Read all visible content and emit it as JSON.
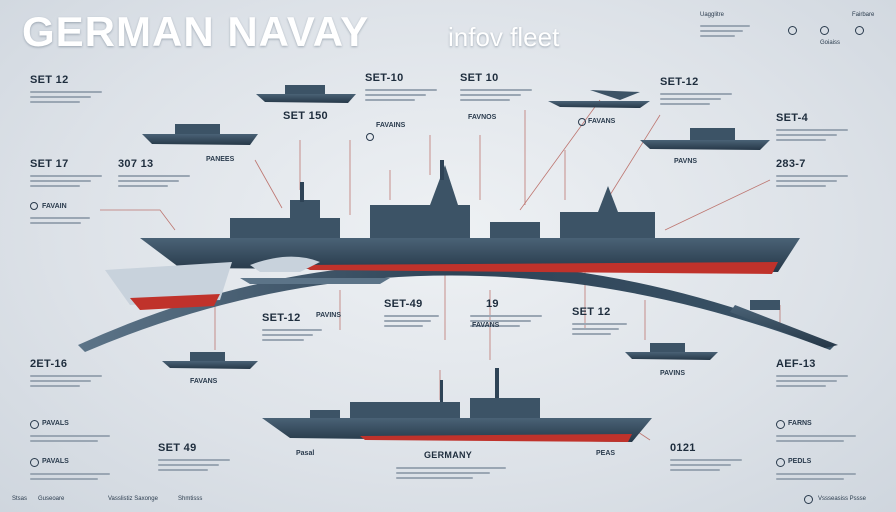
{
  "header": {
    "title": "GERMAN NAVAY",
    "subtitle": "infov fleet"
  },
  "labels": {
    "l1": "SET 12",
    "l2": "SET-10",
    "l3": "SET 10",
    "l4": "SET-12",
    "l5": "SET 150",
    "l6": "SET 17",
    "l7": "307 13",
    "l8": "SET-4",
    "l9": "283-7",
    "l10": "SET-12",
    "l11": "SET-49",
    "l12": "19",
    "l13": "SET 12",
    "l14": "2ET-16",
    "l15": "AEF-13",
    "l16": "SET 49",
    "l17": "0121",
    "l18": "GERMANY"
  },
  "tags": {
    "t1": "FAVAIN",
    "t2": "PANEES",
    "t3": "FAVAINS",
    "t4": "FAVNOS",
    "t5": "FAVANS",
    "t6": "PAVNS",
    "t7": "PAVINS",
    "t8": "FAVANS",
    "t9": "PAVINS",
    "t10": "FAVANS",
    "t11": "PAVALS",
    "t12": "FARNS",
    "t13": "PAVALS",
    "t14": "PEDLS",
    "t15": "Pasal",
    "t16": "PEAS"
  },
  "topright": {
    "a": "Uagglitre",
    "b": "Goiaiss",
    "c": "Fairbare"
  },
  "footer": {
    "a": "Stsas",
    "b": "Guseoare",
    "c": "Vasslistiz Saxonge",
    "d": "Shmtisss",
    "e": "Vssseasiss Pssse"
  }
}
